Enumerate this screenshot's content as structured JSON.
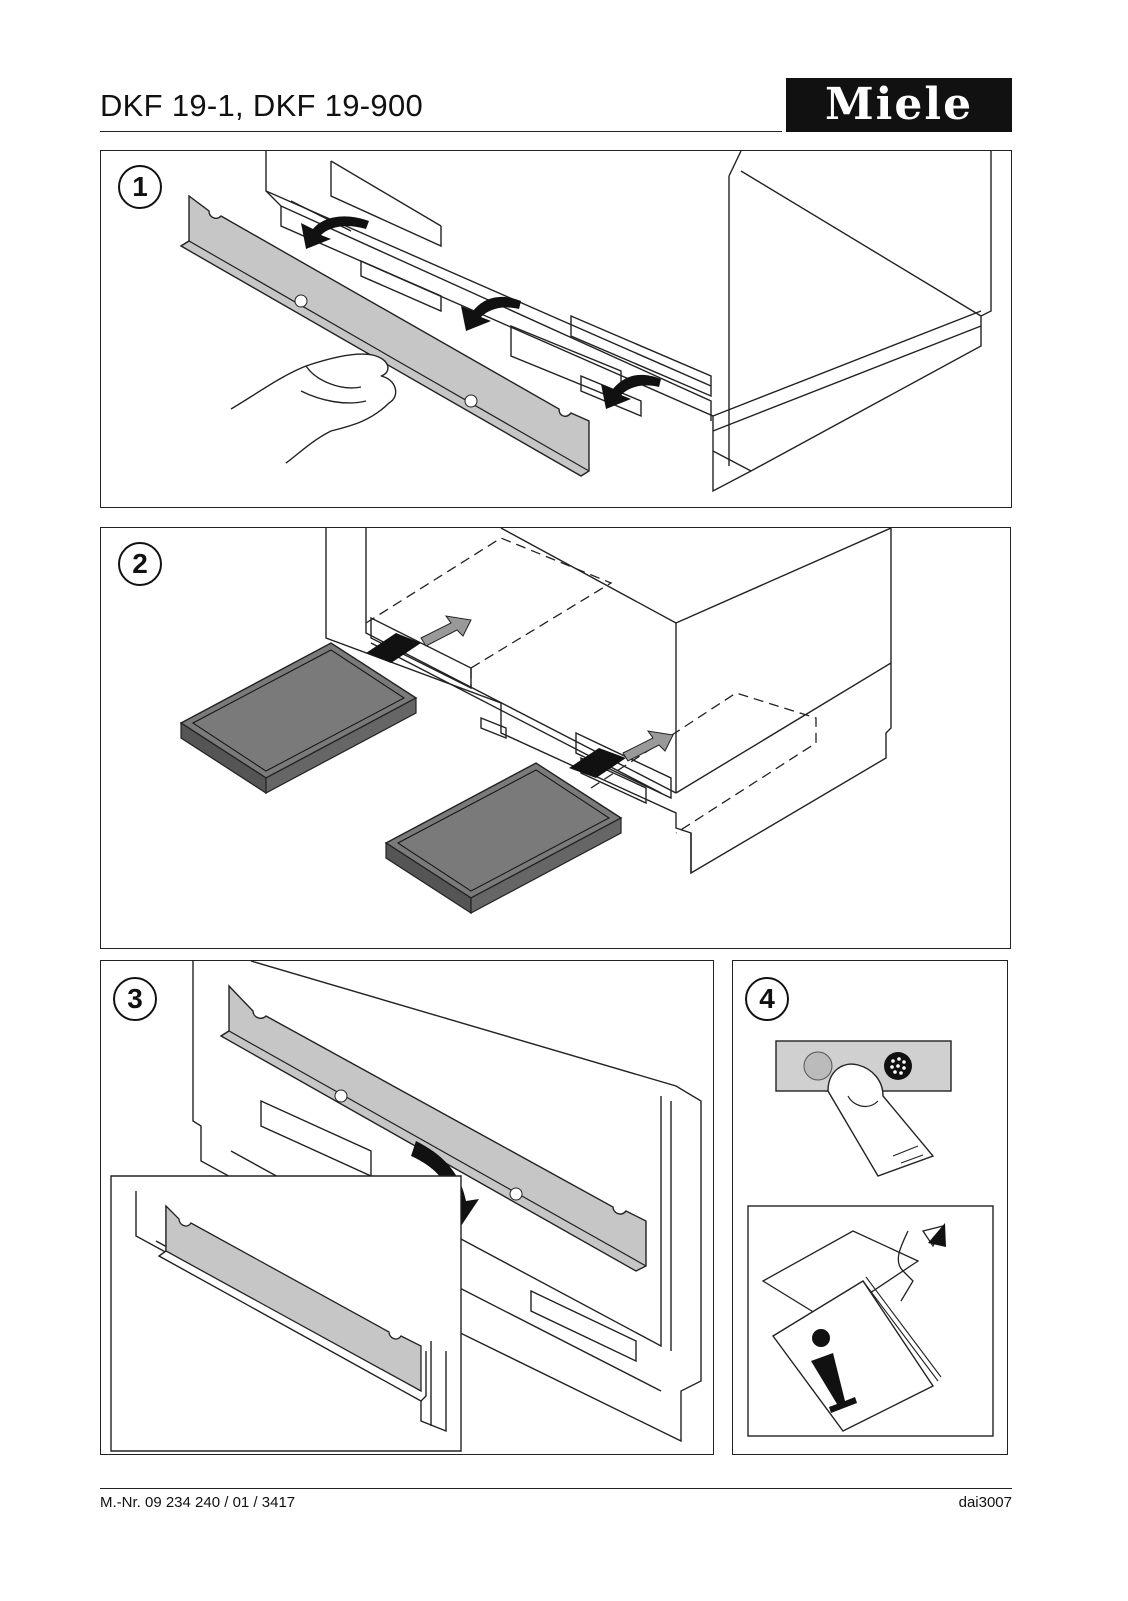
{
  "header": {
    "title": "DKF 19-1, DKF 19-900",
    "logo_text": "Miele"
  },
  "steps": [
    {
      "number": "1"
    },
    {
      "number": "2"
    },
    {
      "number": "3"
    },
    {
      "number": "4"
    }
  ],
  "footer": {
    "part_number": "M.-Nr. 09 234 240 / 01 / 3417",
    "code": "dai3007"
  },
  "icons": [
    "arrow-icon",
    "hand-icon",
    "filter-cassette-icon",
    "finger-press-icon",
    "info-booklet-icon",
    "mesh-button-icon"
  ],
  "colors": {
    "panel_gray": "#c6c6c6",
    "filter_gray": "#7a7a7a",
    "line": "#222222"
  }
}
